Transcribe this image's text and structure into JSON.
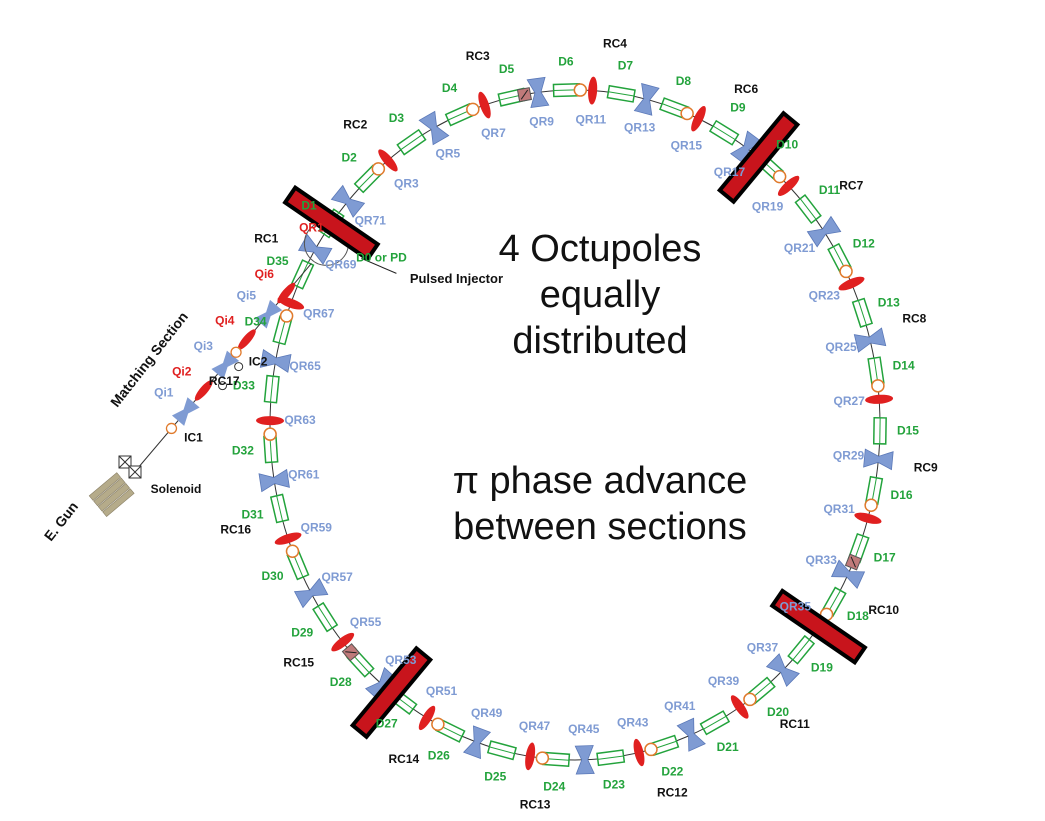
{
  "headline": {
    "lines": [
      "4 Octupoles",
      "equally",
      "distributed"
    ]
  },
  "subheadline": {
    "lines": [
      "π phase advance",
      "between sections"
    ]
  },
  "colors": {
    "dipole": "#23a33c",
    "quad_focus": "#7f9bd3",
    "quad_defocus": "#e02020",
    "black_label": "#111111",
    "octupole_fill": "#c8141c",
    "bpm": "#e07a2c",
    "gun": "#b5ab8a"
  },
  "legend_labels": {
    "e_gun": "E. Gun",
    "solenoid": "Solenoid",
    "matching_section": "Matching Section",
    "pulsed_injector": "Pulsed Injector",
    "d0": "D0 or PD"
  },
  "ring": {
    "rc_labels": [
      "RC1",
      "RC2",
      "RC3",
      "RC4",
      "RC6",
      "RC7",
      "RC8",
      "RC9",
      "RC10",
      "RC11",
      "RC12",
      "RC13",
      "RC14",
      "RC15",
      "RC16",
      "RC17"
    ],
    "dipoles": [
      "D1",
      "D2",
      "D3",
      "D4",
      "D5",
      "D6",
      "D7",
      "D8",
      "D9",
      "D10",
      "D11",
      "D12",
      "D13",
      "D14",
      "D15",
      "D16",
      "D17",
      "D18",
      "D19",
      "D20",
      "D21",
      "D22",
      "D23",
      "D24",
      "D25",
      "D26",
      "D27",
      "D28",
      "D29",
      "D30",
      "D31",
      "D32",
      "D33",
      "D34",
      "D35"
    ],
    "quads_blue": [
      "QR3",
      "QR5",
      "QR7",
      "QR9",
      "QR11",
      "QR13",
      "QR15",
      "QR17",
      "QR19",
      "QR21",
      "QR23",
      "QR25",
      "QR27",
      "QR29",
      "QR31",
      "QR33",
      "QR35",
      "QR37",
      "QR39",
      "QR41",
      "QR43",
      "QR45",
      "QR47",
      "QR49",
      "QR51",
      "QR53",
      "QR55",
      "QR57",
      "QR59",
      "QR61",
      "QR63",
      "QR65",
      "QR67",
      "QR69",
      "QR71"
    ],
    "quads_red": [
      "QR1"
    ]
  },
  "matching": {
    "blue": [
      "Qi1",
      "Qi3",
      "Qi5"
    ],
    "red": [
      "Qi2",
      "Qi4",
      "Qi6"
    ],
    "black": [
      "IC1",
      "IC2"
    ]
  }
}
